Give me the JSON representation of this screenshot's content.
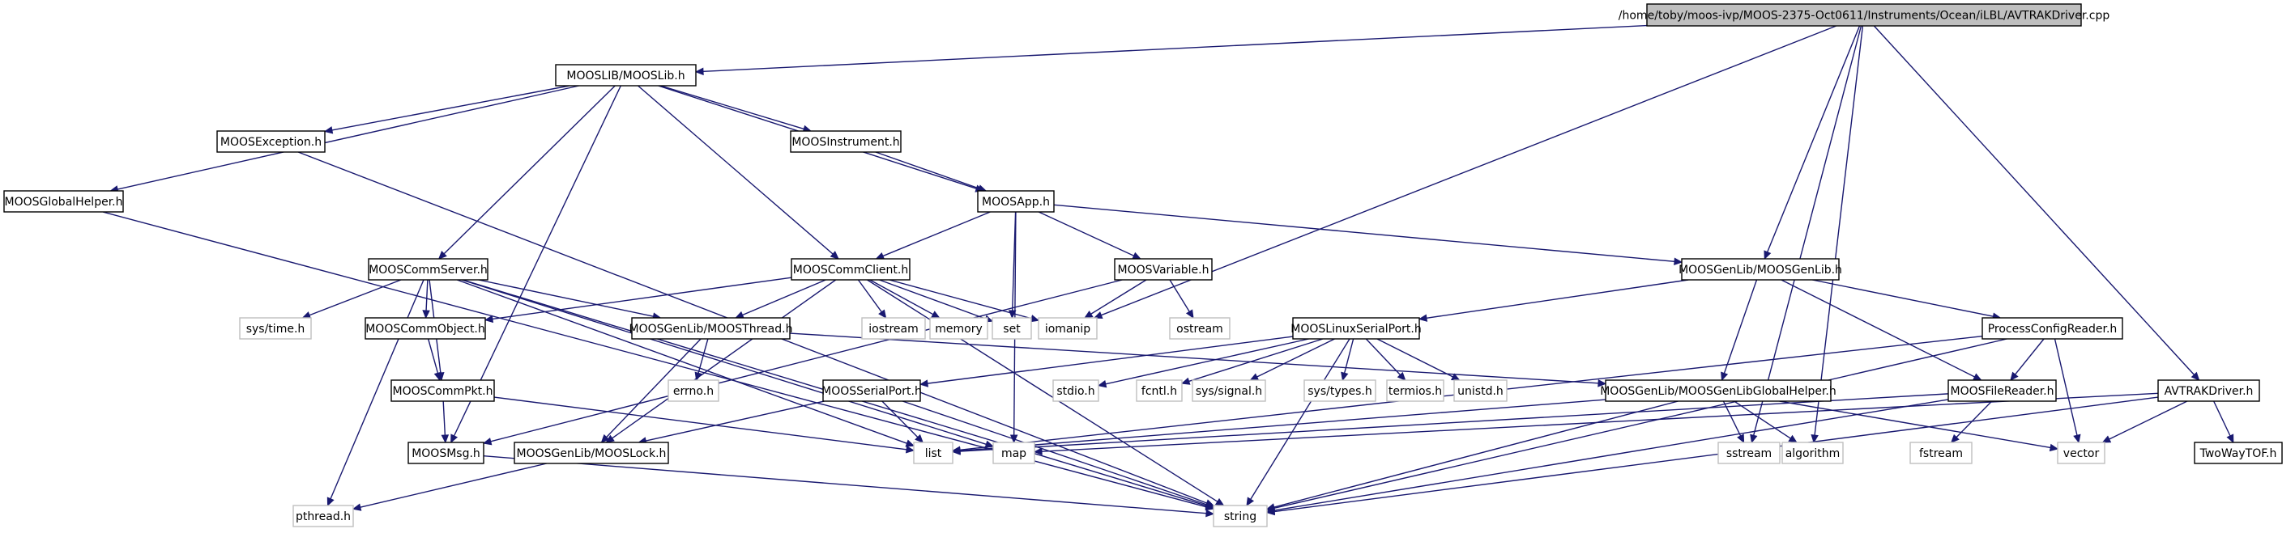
{
  "diagram": {
    "colors": {
      "edge": "#191970",
      "root_fill": "#bfbfbf",
      "node_fill": "#ffffff",
      "node_border": "#000000",
      "external_border": "#bfbfbf",
      "node_text": "#000000"
    },
    "nodes": [
      {
        "id": "root",
        "label": "/home/toby/moos-ivp/MOOS-2375-Oct0611/Instruments/Ocean/iLBL/AVTRAKDriver.cpp",
        "kind": "root"
      },
      {
        "id": "mooslib",
        "label": "MOOSLIB/MOOSLib.h",
        "kind": "normal"
      },
      {
        "id": "mooserr",
        "label": "MOOSException.h",
        "kind": "normal"
      },
      {
        "id": "moosinstr",
        "label": "MOOSInstrument.h",
        "kind": "normal"
      },
      {
        "id": "mooshelper",
        "label": "MOOSGlobalHelper.h",
        "kind": "normal"
      },
      {
        "id": "moosapp",
        "label": "MOOSApp.h",
        "kind": "normal"
      },
      {
        "id": "mooscommserver",
        "label": "MOOSCommServer.h",
        "kind": "normal"
      },
      {
        "id": "mooscommclient",
        "label": "MOOSCommClient.h",
        "kind": "normal"
      },
      {
        "id": "moosvariable",
        "label": "MOOSVariable.h",
        "kind": "normal"
      },
      {
        "id": "moosgenlib",
        "label": "MOOSGenLib/MOOSGenLib.h",
        "kind": "normal"
      },
      {
        "id": "systime",
        "label": "sys/time.h",
        "kind": "external"
      },
      {
        "id": "mooscommobject",
        "label": "MOOSCommObject.h",
        "kind": "normal"
      },
      {
        "id": "moosthread",
        "label": "MOOSGenLib/MOOSThread.h",
        "kind": "normal"
      },
      {
        "id": "iostream",
        "label": "iostream",
        "kind": "external"
      },
      {
        "id": "memory",
        "label": "memory",
        "kind": "external"
      },
      {
        "id": "set",
        "label": "set",
        "kind": "external"
      },
      {
        "id": "iomanip",
        "label": "iomanip",
        "kind": "external"
      },
      {
        "id": "ostream",
        "label": "ostream",
        "kind": "external"
      },
      {
        "id": "mooslinuxserial",
        "label": "MOOSLinuxSerialPort.h",
        "kind": "normal"
      },
      {
        "id": "processconfig",
        "label": "ProcessConfigReader.h",
        "kind": "normal"
      },
      {
        "id": "mooscommpkt",
        "label": "MOOSCommPkt.h",
        "kind": "normal"
      },
      {
        "id": "errno",
        "label": "errno.h",
        "kind": "external"
      },
      {
        "id": "mooserialport",
        "label": "MOOSSerialPort.h",
        "kind": "normal"
      },
      {
        "id": "stdio",
        "label": "stdio.h",
        "kind": "external"
      },
      {
        "id": "fcntl",
        "label": "fcntl.h",
        "kind": "external"
      },
      {
        "id": "syssignal",
        "label": "sys/signal.h",
        "kind": "external"
      },
      {
        "id": "systypes",
        "label": "sys/types.h",
        "kind": "external"
      },
      {
        "id": "termios",
        "label": "termios.h",
        "kind": "external"
      },
      {
        "id": "unistd",
        "label": "unistd.h",
        "kind": "external"
      },
      {
        "id": "genlibglobal",
        "label": "MOOSGenLib/MOOSGenLibGlobalHelper.h",
        "kind": "normal"
      },
      {
        "id": "moosfilereader",
        "label": "MOOSFileReader.h",
        "kind": "normal"
      },
      {
        "id": "avtrakdriver",
        "label": "AVTRAKDriver.h",
        "kind": "normal"
      },
      {
        "id": "moosmsg",
        "label": "MOOSMsg.h",
        "kind": "normal"
      },
      {
        "id": "mooslock",
        "label": "MOOSGenLib/MOOSLock.h",
        "kind": "normal"
      },
      {
        "id": "list",
        "label": "list",
        "kind": "external"
      },
      {
        "id": "map",
        "label": "map",
        "kind": "external"
      },
      {
        "id": "sstream",
        "label": "sstream",
        "kind": "external"
      },
      {
        "id": "algorithm",
        "label": "algorithm",
        "kind": "external"
      },
      {
        "id": "fstream",
        "label": "fstream",
        "kind": "external"
      },
      {
        "id": "vector",
        "label": "vector",
        "kind": "external"
      },
      {
        "id": "twowaytof",
        "label": "TwoWayTOF.h",
        "kind": "normal"
      },
      {
        "id": "pthread",
        "label": "pthread.h",
        "kind": "external"
      },
      {
        "id": "string",
        "label": "string",
        "kind": "external"
      }
    ],
    "edges": [
      [
        "root",
        "mooslib"
      ],
      [
        "root",
        "iomanip"
      ],
      [
        "root",
        "moosgenlib"
      ],
      [
        "root",
        "sstream"
      ],
      [
        "root",
        "algorithm"
      ],
      [
        "root",
        "avtrakdriver"
      ],
      [
        "mooslib",
        "mooserr"
      ],
      [
        "mooslib",
        "moosinstr"
      ],
      [
        "mooslib",
        "mooshelper"
      ],
      [
        "mooslib",
        "moosapp"
      ],
      [
        "mooslib",
        "mooscommserver"
      ],
      [
        "mooslib",
        "mooscommclient"
      ],
      [
        "mooslib",
        "moosmsg"
      ],
      [
        "mooserr",
        "string"
      ],
      [
        "moosinstr",
        "moosapp"
      ],
      [
        "mooshelper",
        "string"
      ],
      [
        "moosapp",
        "mooscommclient"
      ],
      [
        "moosapp",
        "moosvariable"
      ],
      [
        "moosapp",
        "moosgenlib"
      ],
      [
        "moosapp",
        "set"
      ],
      [
        "moosapp",
        "map"
      ],
      [
        "mooscommserver",
        "systime"
      ],
      [
        "mooscommserver",
        "mooscommobject"
      ],
      [
        "mooscommserver",
        "moosthread"
      ],
      [
        "mooscommserver",
        "mooscommpkt"
      ],
      [
        "mooscommserver",
        "pthread"
      ],
      [
        "mooscommserver",
        "list"
      ],
      [
        "mooscommserver",
        "map"
      ],
      [
        "mooscommserver",
        "string"
      ],
      [
        "mooscommclient",
        "mooscommobject"
      ],
      [
        "mooscommclient",
        "moosthread"
      ],
      [
        "mooscommclient",
        "iostream"
      ],
      [
        "mooscommclient",
        "memory"
      ],
      [
        "mooscommclient",
        "set"
      ],
      [
        "mooscommclient",
        "iomanip"
      ],
      [
        "mooscommclient",
        "mooslock"
      ],
      [
        "mooscommclient",
        "string"
      ],
      [
        "moosvariable",
        "iomanip"
      ],
      [
        "moosvariable",
        "ostream"
      ],
      [
        "moosvariable",
        "moosmsg"
      ],
      [
        "moosgenlib",
        "mooslinuxserial"
      ],
      [
        "moosgenlib",
        "processconfig"
      ],
      [
        "moosgenlib",
        "genlibglobal"
      ],
      [
        "moosgenlib",
        "moosfilereader"
      ],
      [
        "mooscommobject",
        "mooscommpkt"
      ],
      [
        "mooscommpkt",
        "moosmsg"
      ],
      [
        "mooscommpkt",
        "list"
      ],
      [
        "moosthread",
        "errno"
      ],
      [
        "moosthread",
        "mooslock"
      ],
      [
        "moosthread",
        "genlibglobal"
      ],
      [
        "mooslinuxserial",
        "mooserialport"
      ],
      [
        "mooslinuxserial",
        "stdio"
      ],
      [
        "mooslinuxserial",
        "fcntl"
      ],
      [
        "mooslinuxserial",
        "syssignal"
      ],
      [
        "mooslinuxserial",
        "systypes"
      ],
      [
        "mooslinuxserial",
        "termios"
      ],
      [
        "mooslinuxserial",
        "unistd"
      ],
      [
        "mooslinuxserial",
        "string"
      ],
      [
        "processconfig",
        "moosfilereader"
      ],
      [
        "processconfig",
        "vector"
      ],
      [
        "processconfig",
        "string"
      ],
      [
        "processconfig",
        "list"
      ],
      [
        "mooserialport",
        "mooslock"
      ],
      [
        "mooserialport",
        "list"
      ],
      [
        "mooserialport",
        "string"
      ],
      [
        "genlibglobal",
        "list"
      ],
      [
        "genlibglobal",
        "sstream"
      ],
      [
        "genlibglobal",
        "algorithm"
      ],
      [
        "genlibglobal",
        "vector"
      ],
      [
        "genlibglobal",
        "string"
      ],
      [
        "moosfilereader",
        "list"
      ],
      [
        "moosfilereader",
        "fstream"
      ],
      [
        "moosfilereader",
        "string"
      ],
      [
        "avtrakdriver",
        "twowaytof"
      ],
      [
        "avtrakdriver",
        "map"
      ],
      [
        "avtrakdriver",
        "vector"
      ],
      [
        "avtrakdriver",
        "string"
      ],
      [
        "moosmsg",
        "string"
      ],
      [
        "mooslock",
        "pthread"
      ]
    ]
  }
}
